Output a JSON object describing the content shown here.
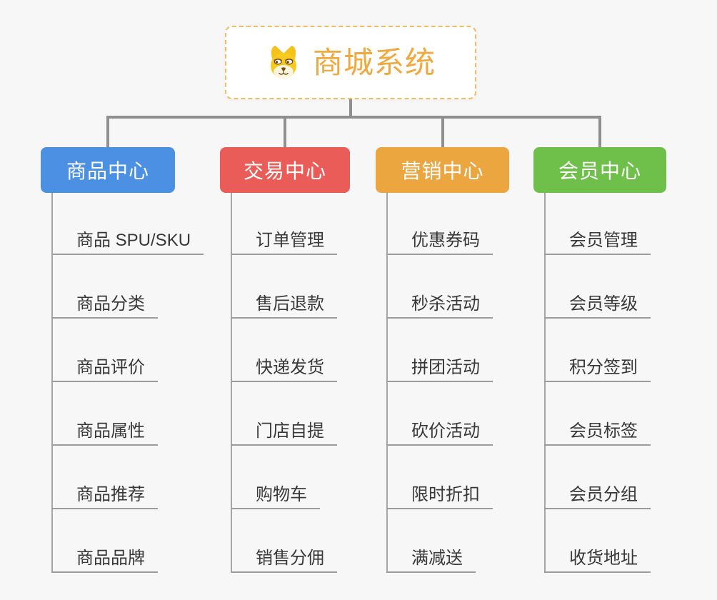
{
  "root": {
    "label": "商城系统",
    "icon": "dog-face-icon",
    "text_color": "#f0a93e",
    "border_color": "#f2bb66",
    "background": "#ffffff"
  },
  "style": {
    "canvas_background": "#f7f7f7",
    "connector_color": "#8f8f8f",
    "trunk_line_color": "#a6a6a6",
    "item_underline_color": "#9c9c9c",
    "item_text_color": "#383838"
  },
  "branches": [
    {
      "id": "product-center",
      "label": "商品中心",
      "color": "#4b90e2",
      "children": [
        "商品 SPU/SKU",
        "商品分类",
        "商品评价",
        "商品属性",
        "商品推荐",
        "商品品牌"
      ]
    },
    {
      "id": "trade-center",
      "label": "交易中心",
      "color": "#e95c58",
      "children": [
        "订单管理",
        "售后退款",
        "快递发货",
        "门店自提",
        "购物车",
        "销售分佣"
      ]
    },
    {
      "id": "marketing-center",
      "label": "营销中心",
      "color": "#eba640",
      "children": [
        "优惠券码",
        "秒杀活动",
        "拼团活动",
        "砍价活动",
        "限时折扣",
        "满减送"
      ]
    },
    {
      "id": "member-center",
      "label": "会员中心",
      "color": "#6ec04a",
      "children": [
        "会员管理",
        "会员等级",
        "积分签到",
        "会员标签",
        "会员分组",
        "收货地址"
      ]
    }
  ]
}
